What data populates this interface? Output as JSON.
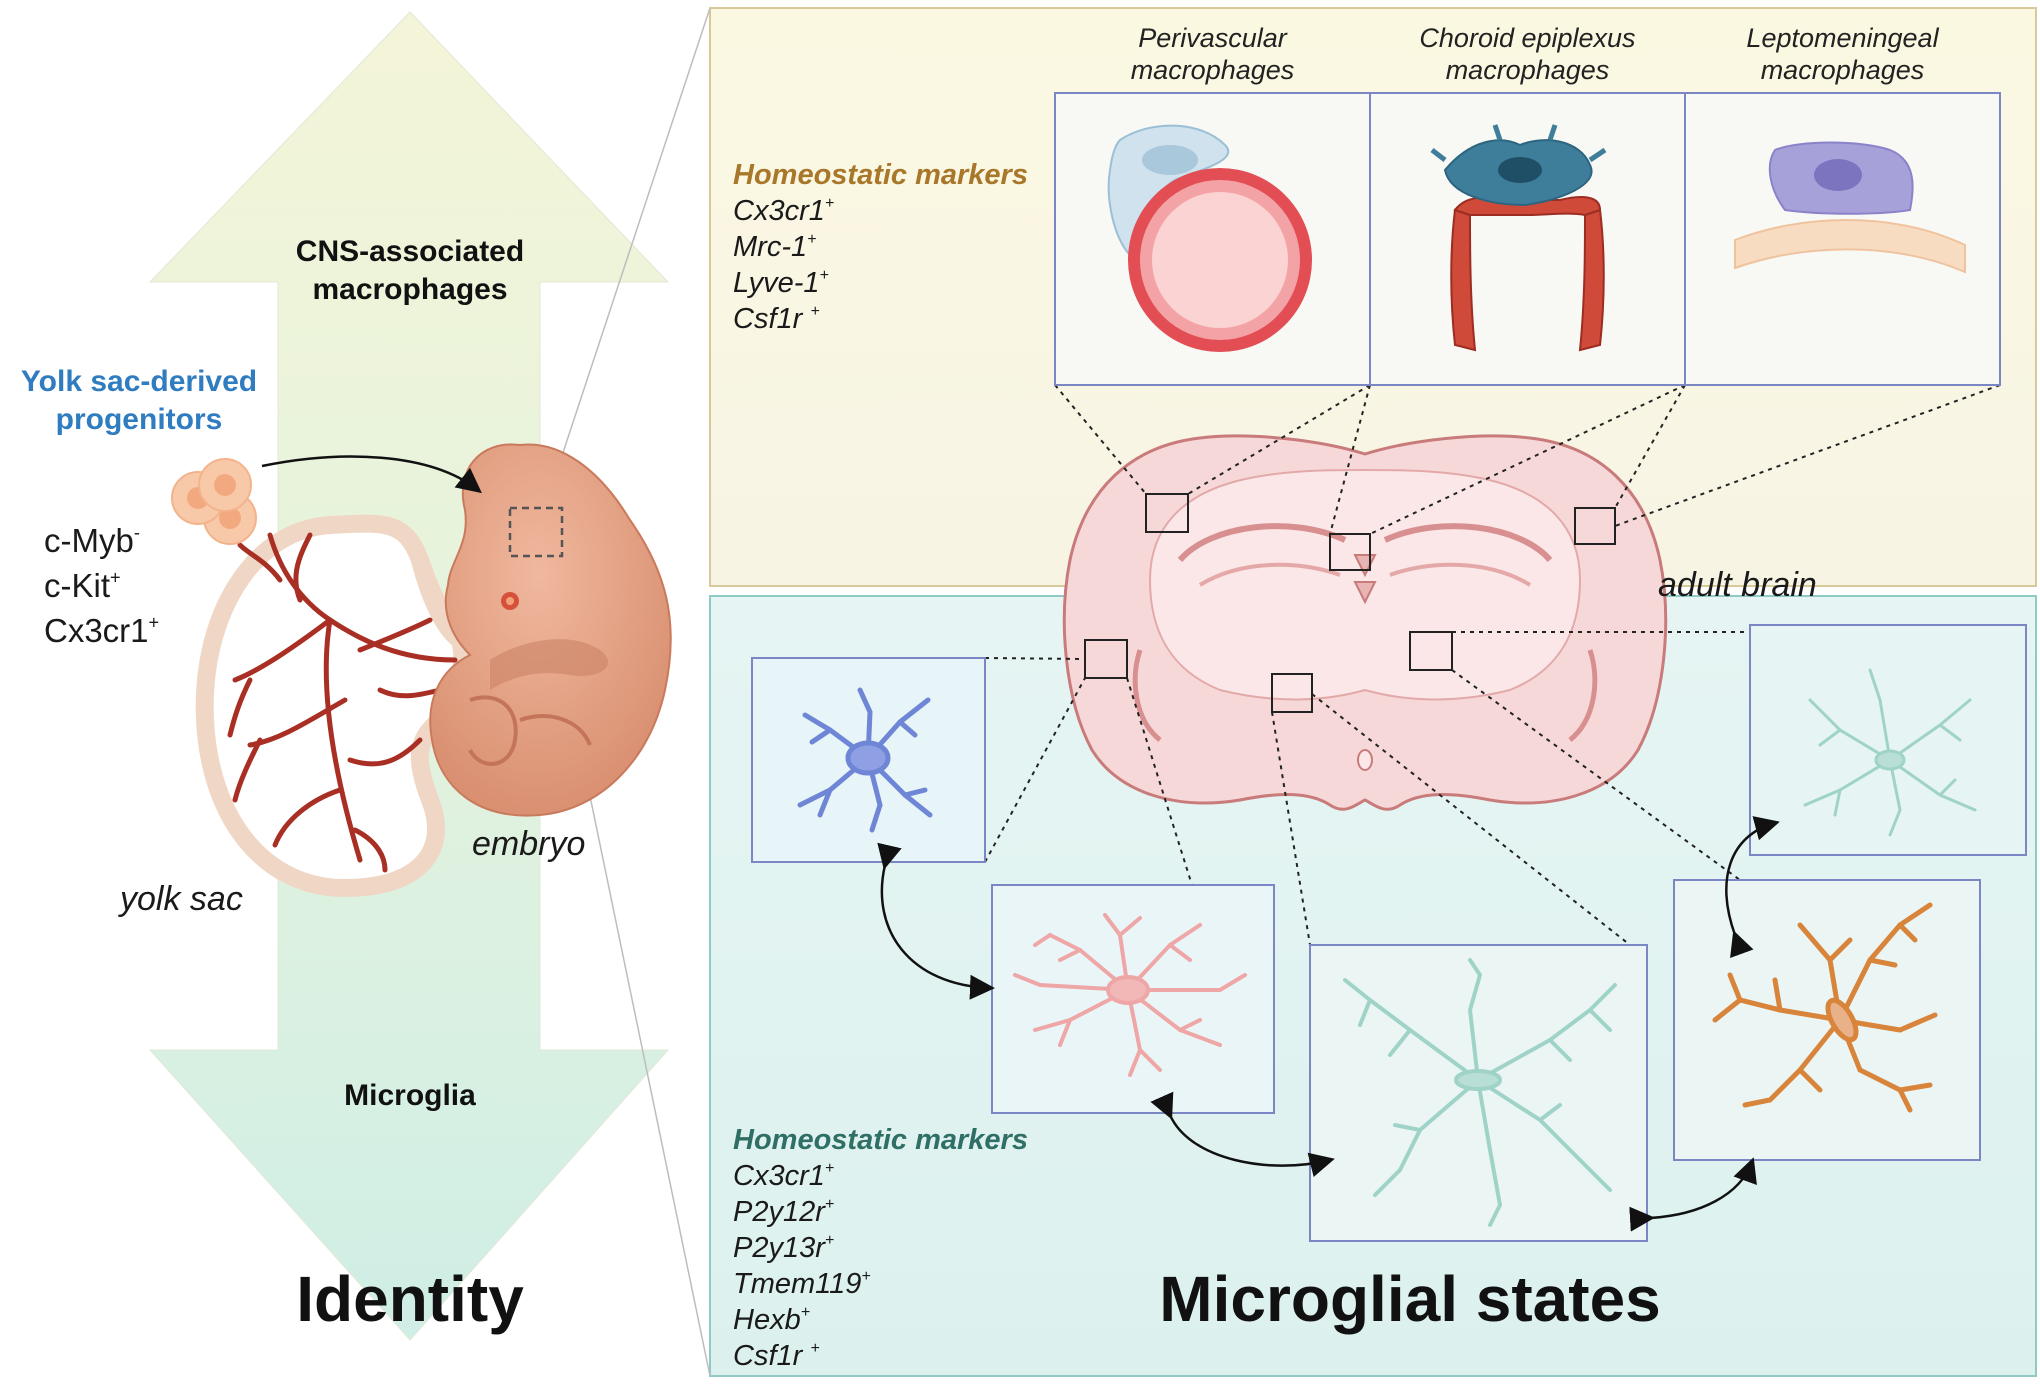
{
  "left": {
    "arrow_top_label": "CNS-associated macrophages",
    "arrow_top_lines": [
      "CNS-associated",
      "macrophages"
    ],
    "arrow_bottom_label": "Microglia",
    "progenitor_title_lines": [
      "Yolk sac-derived",
      "progenitors"
    ],
    "progenitor_markers": [
      {
        "name": "c-Myb",
        "sign": "-"
      },
      {
        "name": "c-Kit",
        "sign": "+"
      },
      {
        "name": "Cx3cr1",
        "sign": "+"
      }
    ],
    "yolk_sac_label": "yolk sac",
    "embryo_label": "embryo",
    "section_title": "Identity"
  },
  "top_panel": {
    "markers_title": "Homeostatic markers",
    "markers": [
      {
        "name": "Cx3cr1",
        "sign": "+"
      },
      {
        "name": "Mrc-1",
        "sign": "+"
      },
      {
        "name": "Lyve-1",
        "sign": "+"
      },
      {
        "name": "Csf1r ",
        "sign": "+"
      }
    ],
    "cells": [
      {
        "title_lines": [
          "Perivascular",
          "macrophages"
        ]
      },
      {
        "title_lines": [
          "Choroid epiplexus",
          "macrophages"
        ]
      },
      {
        "title_lines": [
          "Leptomeningeal",
          "macrophages"
        ]
      }
    ]
  },
  "bottom_panel": {
    "adult_brain_label": "adult brain",
    "markers_title": "Homeostatic markers",
    "markers": [
      {
        "name": "Cx3cr1",
        "sign": "+"
      },
      {
        "name": "P2y12r",
        "sign": "+"
      },
      {
        "name": "P2y13r",
        "sign": "+"
      },
      {
        "name": "Tmem119",
        "sign": "+"
      },
      {
        "name": "Hexb",
        "sign": "+"
      },
      {
        "name": "Csf1r ",
        "sign": "+"
      }
    ],
    "section_title": "Microglial states"
  },
  "colors": {
    "top_panel_bg": "#fbf8e6",
    "top_panel_border": "#d9c99a",
    "bottom_panel_bg": "#e4f4f2",
    "bottom_panel_border": "#8fcbc4",
    "arrow_top": "#f4f4d8",
    "arrow_bottom": "#cfeee6",
    "progenitor_text": "#2f7cc0",
    "top_markers_title": "#a8772a",
    "bottom_markers_title": "#2f6f66",
    "vessel_red": "#c0392b",
    "embryo": "#e3a386",
    "microglia_blue": "#6f86d6",
    "microglia_pink": "#eea6a6",
    "microglia_teal": "#9fd3c8",
    "microglia_orange": "#d8843a",
    "cell_box_border": "#7b86c4"
  }
}
